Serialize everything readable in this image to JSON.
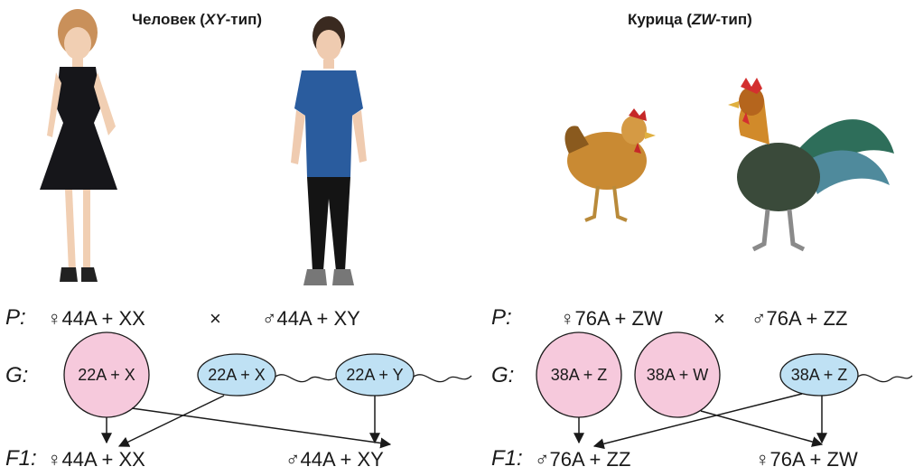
{
  "human": {
    "title": "Человек (XY-тип)",
    "title_parts": [
      "Человек (",
      "XY",
      "-тип)"
    ],
    "P_label": "P:",
    "P_female": "♀44A + XX",
    "cross": "×",
    "P_male": "♂44A + XY",
    "G_label": "G:",
    "gamete_egg": "22A + X",
    "gamete_sperm_1": "22A + X",
    "gamete_sperm_2": "22A + Y",
    "F1_label": "F1:",
    "F1_female": "♀44A + XX",
    "F1_male": "♂44A + XY"
  },
  "chicken": {
    "title": "Курица (ZW-тип)",
    "title_parts": [
      "Курица (",
      "ZW",
      "-тип)"
    ],
    "P_label": "P:",
    "P_female": "♀76A + ZW",
    "cross": "×",
    "P_male": "♂76A + ZZ",
    "G_label": "G:",
    "gamete_egg_1": "38A + Z",
    "gamete_egg_2": "38A + W",
    "gamete_sperm": "38A + Z",
    "F1_label": "F1:",
    "F1_male": "♂76A + ZZ",
    "F1_female": "♀76A + ZW"
  },
  "colors": {
    "egg_fill": "#f6c9dc",
    "sperm_fill": "#bfe1f4",
    "line": "#1a1a1a"
  }
}
